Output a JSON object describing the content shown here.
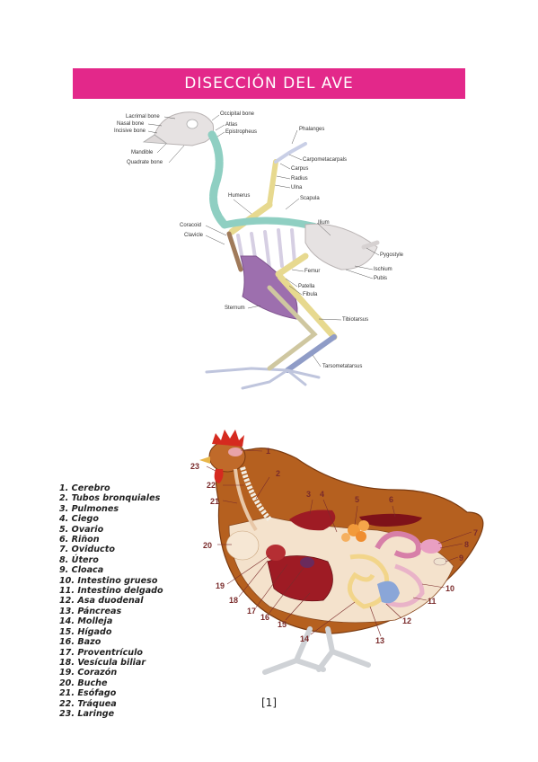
{
  "page": {
    "title": "DISECCIÓN DEL AVE",
    "footer": "[1]"
  },
  "skeleton": {
    "labels": [
      {
        "id": "lacrimal-bone",
        "text": "Lacrimal bone"
      },
      {
        "id": "nasal-bone",
        "text": "Nasal bone"
      },
      {
        "id": "incisive-bone",
        "text": "Incisive bone"
      },
      {
        "id": "mandible",
        "text": "Mandible"
      },
      {
        "id": "quadrate-bone",
        "text": "Quadrate bone"
      },
      {
        "id": "occipital-bone",
        "text": "Occipital bone"
      },
      {
        "id": "atlas",
        "text": "Atlas"
      },
      {
        "id": "epistropheus",
        "text": "Epistropheus"
      },
      {
        "id": "phalanges",
        "text": "Phalanges"
      },
      {
        "id": "carpometacarpals",
        "text": "Carpometacarpals"
      },
      {
        "id": "carpus",
        "text": "Carpus"
      },
      {
        "id": "radius",
        "text": "Radius"
      },
      {
        "id": "ulna",
        "text": "Ulna"
      },
      {
        "id": "scapula",
        "text": "Scapula"
      },
      {
        "id": "humerus",
        "text": "Humerus"
      },
      {
        "id": "ilium",
        "text": "Ilium"
      },
      {
        "id": "coracoid",
        "text": "Coracoid"
      },
      {
        "id": "clavicle",
        "text": "Clavicle"
      },
      {
        "id": "pygostyle",
        "text": "Pygostyle"
      },
      {
        "id": "ischium",
        "text": "Ischium"
      },
      {
        "id": "pubis",
        "text": "Pubis"
      },
      {
        "id": "femur",
        "text": "Femur"
      },
      {
        "id": "patella",
        "text": "Patella"
      },
      {
        "id": "fibula",
        "text": "Fibula"
      },
      {
        "id": "sternum",
        "text": "Sternum"
      },
      {
        "id": "tibiotarsus",
        "text": "Tibiotarsus"
      },
      {
        "id": "tarsometatarsus",
        "text": "Tarsometatarsus"
      }
    ]
  },
  "anatomy": {
    "numbers": [
      "1",
      "2",
      "3",
      "4",
      "5",
      "6",
      "7",
      "8",
      "9",
      "10",
      "11",
      "12",
      "13",
      "14",
      "15",
      "16",
      "17",
      "18",
      "19",
      "20",
      "21",
      "22",
      "23"
    ],
    "legend": [
      "1. Cerebro",
      "2. Tubos bronquiales",
      "3. Pulmones",
      "4. Ciego",
      "5. Ovario",
      "6. Riñon",
      "7. Oviducto",
      "8. Útero",
      "9. Cloaca",
      "10. Intestino grueso",
      "11. Intestino delgado",
      "12. Asa duodenal",
      "13. Páncreas",
      "14. Molleja",
      "15. Hígado",
      "16. Bazo",
      "17. Proventrículo",
      "18. Vesícula biliar",
      "19. Corazón",
      "20. Buche",
      "21. Esófago",
      "22. Tráquea",
      "23. Laringe"
    ]
  },
  "colors": {
    "title_bar": "#e3288a",
    "bone_light": "#e6e2e2",
    "bone_cervical": "#8fcfc2",
    "bone_limb": "#e7d98f",
    "bone_sternum": "#9d6fae",
    "bone_leg_lower": "#8f9cc7",
    "chicken_body": "#b5601f",
    "organ_red": "#9e1b24"
  }
}
